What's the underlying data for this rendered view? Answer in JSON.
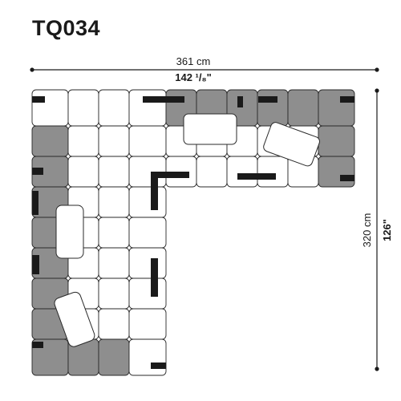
{
  "model": "TQ034",
  "dims": {
    "width_cm": "361 cm",
    "width_in": "142 ¹/₈\"",
    "depth_cm": "320 cm",
    "depth_in": "126\""
  },
  "colors": {
    "seat": "#ffffff",
    "back": "#8e8e8e",
    "outline": "#2a2a2a",
    "bar": "#1a1a1a",
    "dimension_line": "#1a1a1a"
  }
}
